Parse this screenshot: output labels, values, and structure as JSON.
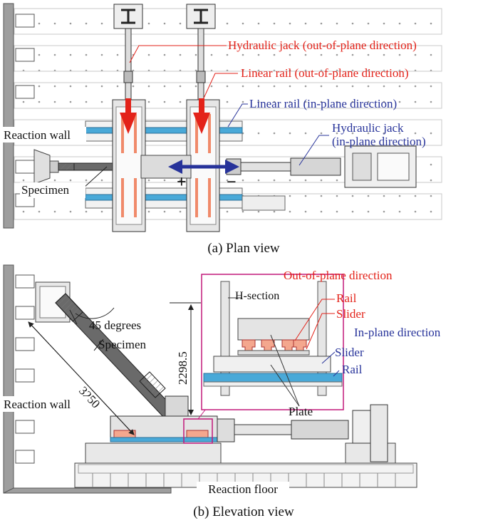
{
  "plan_view": {
    "caption": "(a) Plan view",
    "labels": {
      "reaction_wall": "Reaction wall",
      "specimen": "Specimen",
      "hydraulic_jack_out": "Hydraulic jack (out-of-plane direction)",
      "linear_rail_out": "Linear rail (out-of-plane direction)",
      "linear_rail_in": "Linear rail (in-plane direction)",
      "hydraulic_jack_in_line1": "Hydraulic jack",
      "hydraulic_jack_in_line2": "(in-plane direction)",
      "plus_sign": "+",
      "minus_sign": "−"
    }
  },
  "elevation_view": {
    "caption": "(b) Elevation view",
    "labels": {
      "reaction_wall": "Reaction wall",
      "specimen": "Specimen",
      "angle": "45 degrees",
      "length": "3250",
      "height": "2298.5",
      "reaction_floor": "Reaction floor"
    },
    "detail": {
      "out_of_plane_title": "Out-of-plane direction",
      "h_section": "H-section",
      "rail_out": "Rail",
      "slider_out": "Slider",
      "in_plane_title": "In-plane direction",
      "slider_in": "Slider",
      "rail_in": "Rail",
      "plate": "Plate"
    }
  },
  "colors": {
    "out_of_plane": "#e32219",
    "in_plane": "#27339a",
    "detail_frame": "#c2187a",
    "rail_blue": "#49a9d8"
  }
}
